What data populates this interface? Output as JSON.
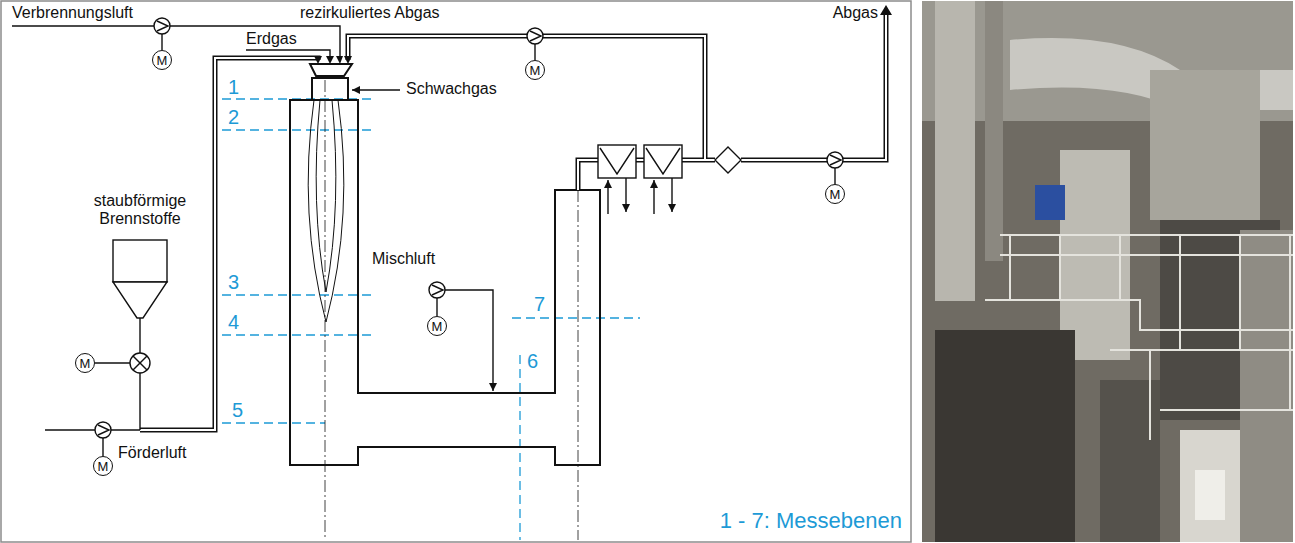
{
  "diagram": {
    "nodes": [
      {
        "text": [
          "M"
        ]
      },
      {
        "text": [
          "M"
        ]
      },
      {
        "text": [
          "M"
        ]
      },
      {
        "text": [
          "M"
        ]
      },
      {
        "text": [
          "M"
        ]
      },
      {
        "text": [
          "M"
        ]
      }
    ],
    "labels": [
      "Verbrennungsluft",
      "rezirkuliertes Abgas",
      "Abgas",
      "Erdgas",
      "1",
      "Schwachgas",
      "2",
      "staubförmige Brennstoffe",
      "3",
      "Mischluft",
      "7",
      "4",
      "6",
      "5",
      "Förderluft",
      "1 - 7: Messebenen"
    ]
  }
}
